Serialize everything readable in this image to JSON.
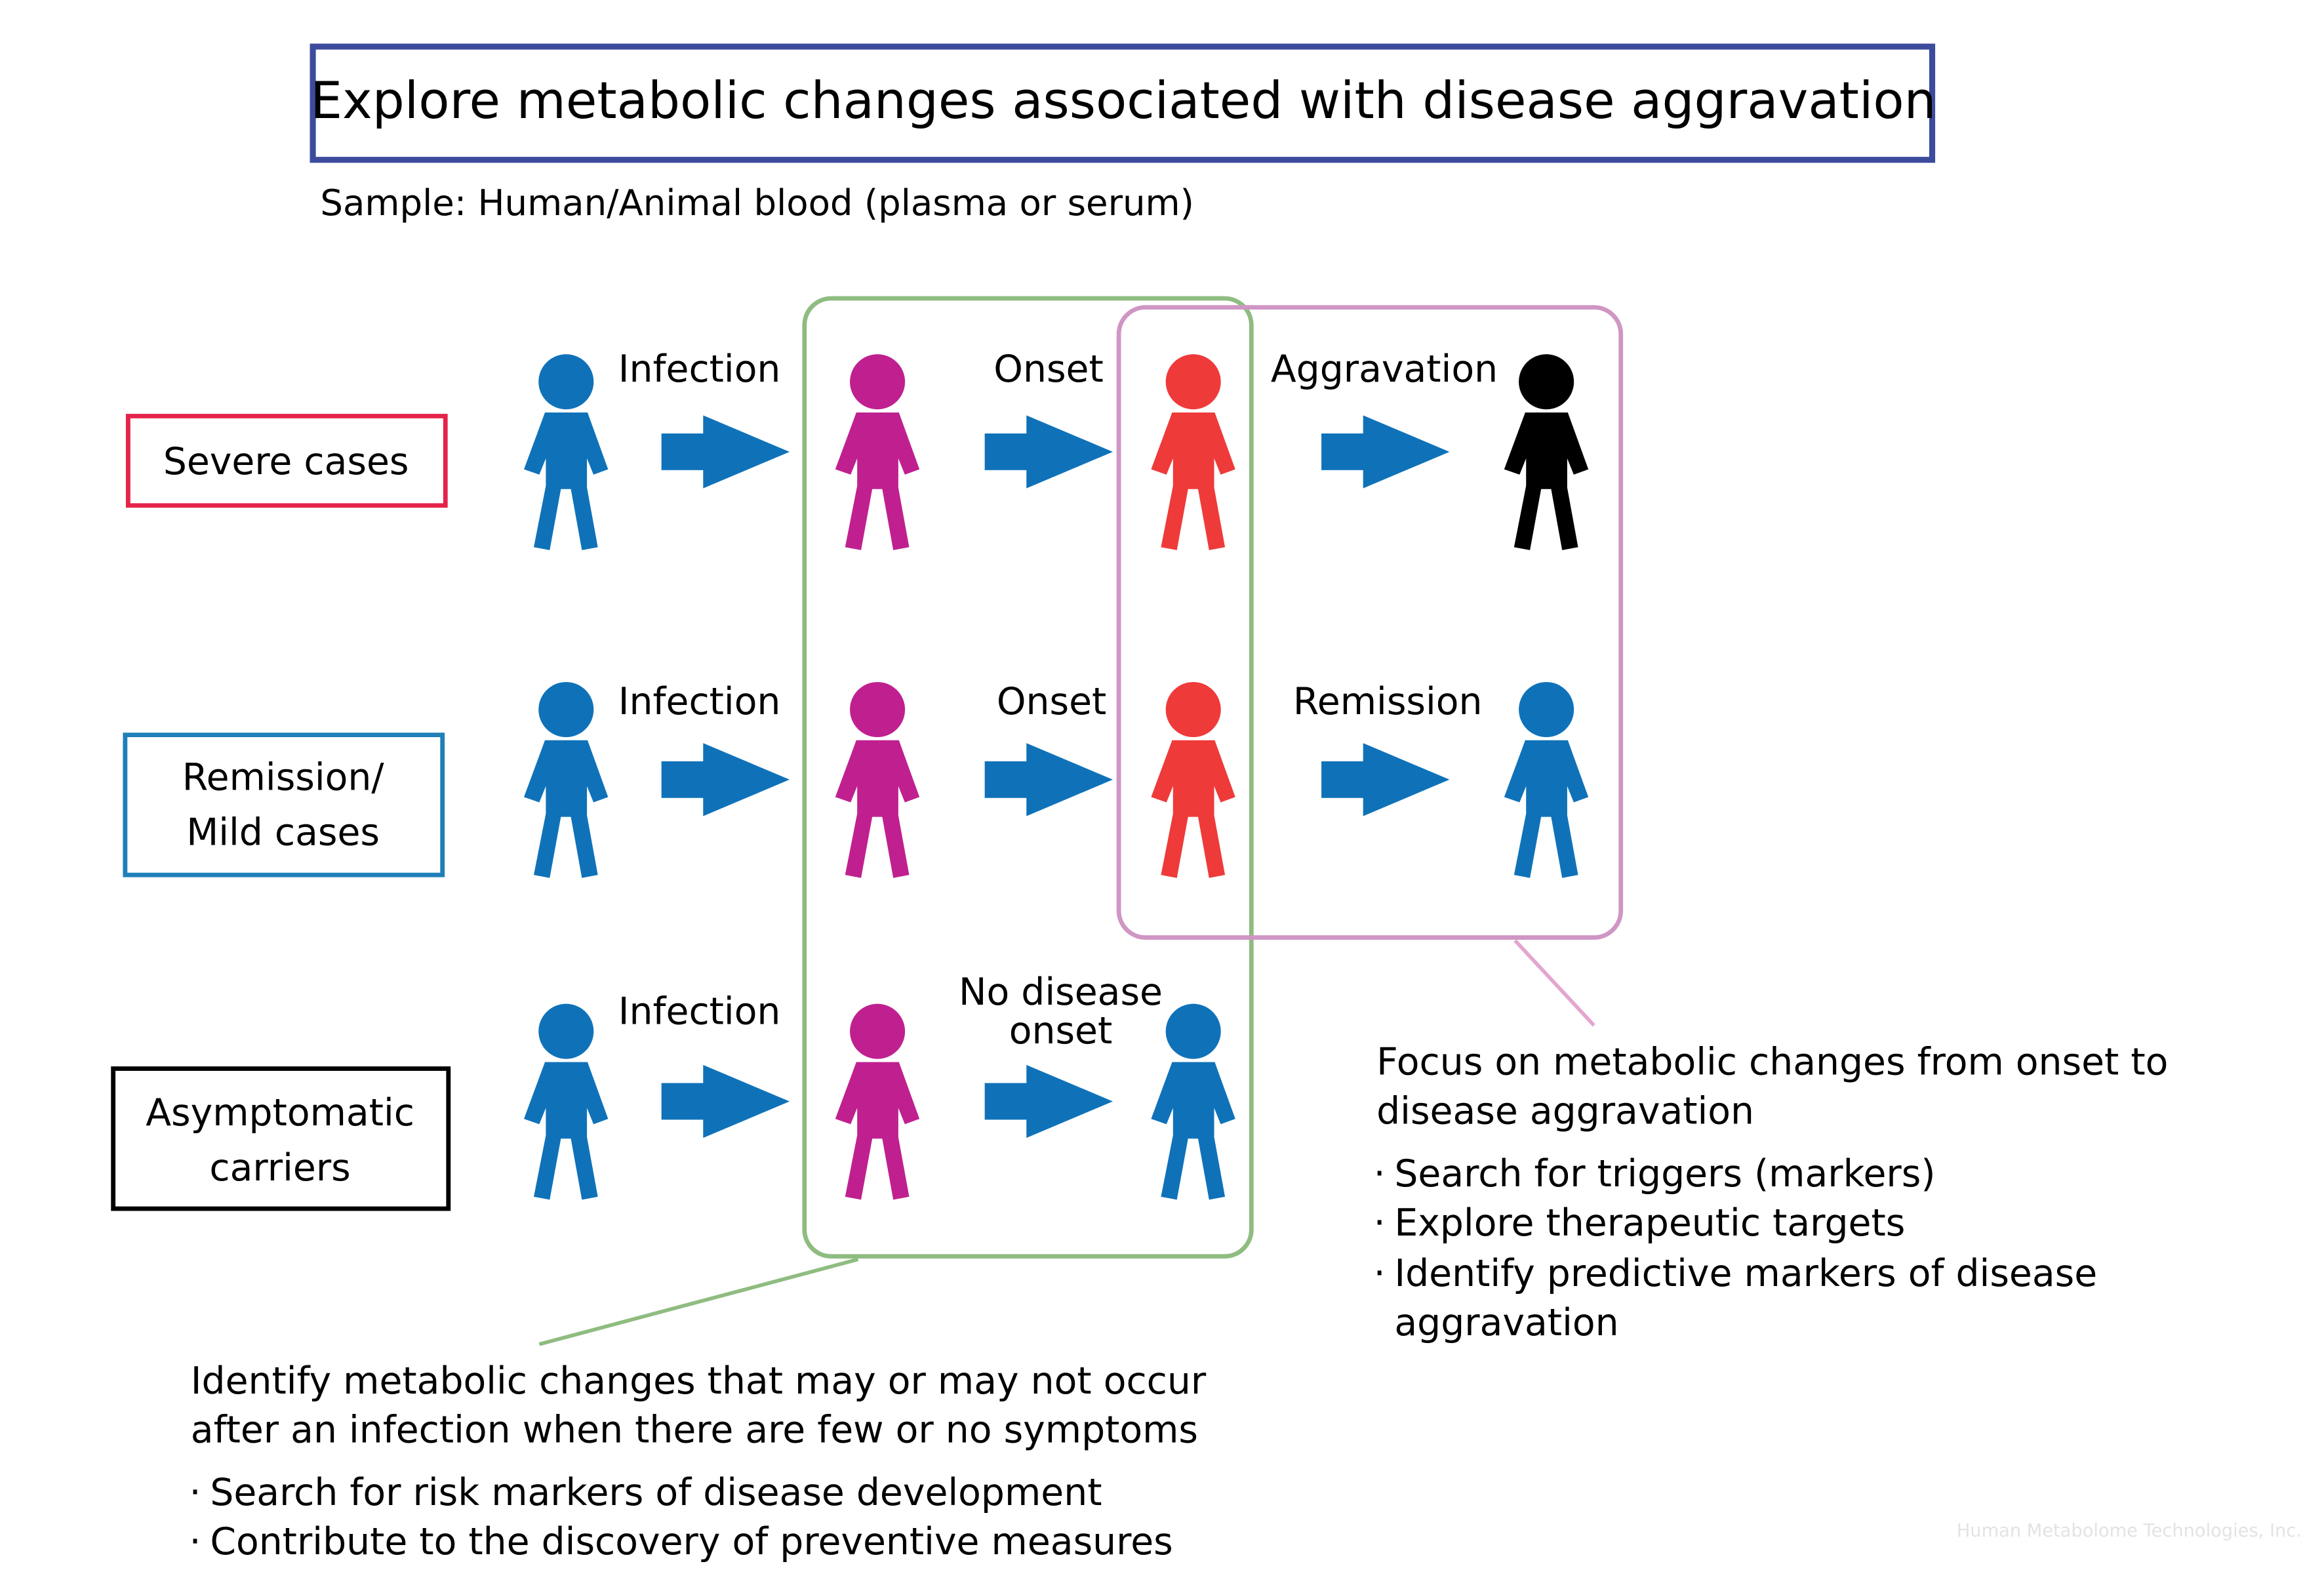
{
  "title": "Explore metabolic changes associated with disease aggravation",
  "sample": "Sample: Human/Animal blood (plasma or serum)",
  "colors": {
    "healthy": "#0f72b9",
    "infected": "#c0208f",
    "onset": "#ef3a3a",
    "aggravated": "#000000",
    "arrow": "#0f72b9",
    "title_border": "#3c4b9c",
    "green_box": "#8fbc80",
    "pink_box": "#cf96c4"
  },
  "categories": [
    {
      "lines": [
        "Severe cases"
      ],
      "border": "#e5234a"
    },
    {
      "lines": [
        "Remission/",
        "Mild cases"
      ],
      "border": "#1f7fb8"
    },
    {
      "lines": [
        "Asymptomatic",
        "carriers"
      ],
      "border": "#000000"
    }
  ],
  "rows": [
    {
      "steps": [
        "Infection",
        "Onset",
        "Aggravation"
      ],
      "figures": [
        "healthy",
        "infected",
        "onset",
        "aggravated"
      ]
    },
    {
      "steps": [
        "Infection",
        "Onset",
        "Remission"
      ],
      "figures": [
        "healthy",
        "infected",
        "onset",
        "healthy"
      ]
    },
    {
      "steps": [
        "Infection",
        "No disease onset"
      ],
      "step2_lines": [
        "No disease",
        "onset"
      ],
      "figures": [
        "healthy",
        "infected",
        "healthy"
      ]
    }
  ],
  "right_note": {
    "lines": [
      "Focus on metabolic changes from onset to",
      "disease aggravation"
    ],
    "bullets": [
      "Search for triggers (markers)",
      "Explore therapeutic targets",
      "Identify predictive markers of disease"
    ],
    "bullet_cont": "aggravation"
  },
  "bottom_note": {
    "lines": [
      "Identify metabolic changes that may or may not occur",
      "after an infection when there are few or no symptoms"
    ],
    "bullets": [
      "Search for risk markers of disease development",
      "Contribute to the discovery of preventive measures"
    ]
  },
  "watermark": "Human Metabolome Technologies, Inc."
}
